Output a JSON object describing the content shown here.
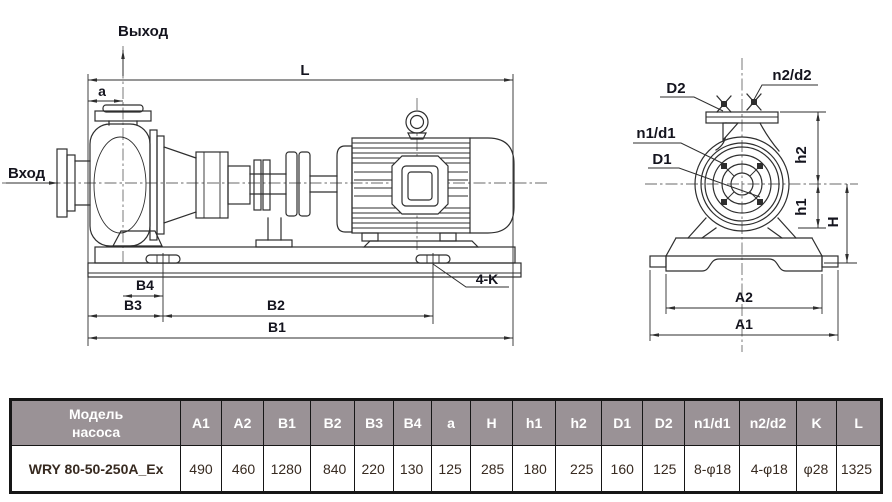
{
  "colors": {
    "line": "#2e2e2e",
    "centerline": "#6a6a6a",
    "label": "#14141e",
    "table_header_bg": "#9a9296",
    "table_header_text": "#ffffff",
    "table_border": "#161616",
    "table_text": "#372a20"
  },
  "drawing": {
    "side_view": {
      "inlet_label": "Вход",
      "outlet_label": "Выход",
      "dim_L": "L",
      "dim_a": "a",
      "dim_B1": "B1",
      "dim_B2": "B2",
      "dim_B3": "B3",
      "dim_B4": "B4",
      "slot_label": "4-K"
    },
    "end_view": {
      "dim_D2": "D2",
      "dim_n2d2": "n2/d2",
      "dim_n1d1": "n1/d1",
      "dim_D1": "D1",
      "dim_h2": "h2",
      "dim_h1": "h1",
      "dim_H": "H",
      "dim_A2": "A2",
      "dim_A1": "A1"
    }
  },
  "table": {
    "header": [
      "Модель\nнасоса",
      "A1",
      "A2",
      "B1",
      "B2",
      "B3",
      "B4",
      "a",
      "H",
      "h1",
      "h2",
      "D1",
      "D2",
      "n1/d1",
      "n2/d2",
      "K",
      "L"
    ],
    "rows": [
      [
        "WRY 80-50-250A_Ex",
        "490",
        "460",
        "1280",
        "840",
        "220",
        "130",
        "125",
        "285",
        "180",
        "225",
        "160",
        "125",
        "8-φ18",
        "4-φ18",
        "φ28",
        "1325"
      ]
    ]
  }
}
